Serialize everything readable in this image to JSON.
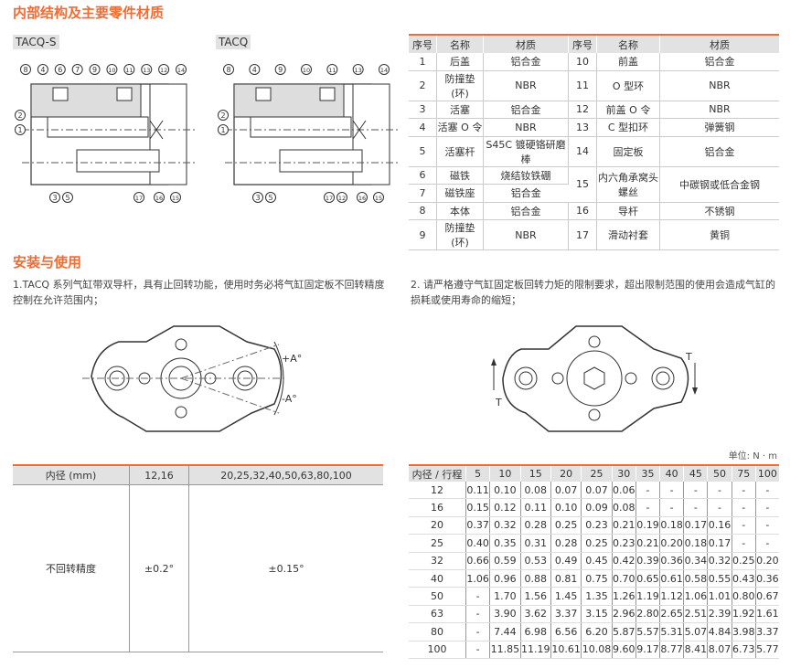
{
  "section1_title": "内部结构及主要零件材质",
  "section2_title": "安装与使用",
  "models": [
    "TACQ-S",
    "TACQ"
  ],
  "diagram_s_callouts": {
    "top": [
      "8",
      "4",
      "6",
      "7",
      "9",
      "10",
      "11",
      "13",
      "12",
      "14"
    ],
    "left": [
      "2",
      "1"
    ],
    "bottom": [
      "3",
      "5",
      "17",
      "16",
      "15"
    ]
  },
  "diagram_callouts": {
    "top": [
      "8",
      "4",
      "9",
      "10",
      "11",
      "13",
      "14"
    ],
    "left": [
      "2",
      "1"
    ],
    "bottom": [
      "3",
      "5",
      "17",
      "12",
      "16",
      "15"
    ]
  },
  "parts_table": {
    "headers": [
      "序号",
      "名称",
      "材质",
      "序号",
      "名称",
      "材质"
    ],
    "left": [
      [
        "1",
        "后盖",
        "铝合金"
      ],
      [
        "2",
        "防撞垫(环)",
        "NBR"
      ],
      [
        "3",
        "活塞",
        "铝合金"
      ],
      [
        "4",
        "活塞 O 令",
        "NBR"
      ],
      [
        "5",
        "活塞杆",
        "S45C 镀硬铬研磨棒"
      ],
      [
        "6",
        "磁铁",
        "烧结钕铁硼"
      ],
      [
        "7",
        "磁铁座",
        "铝合金"
      ],
      [
        "8",
        "本体",
        "铝合金"
      ],
      [
        "9",
        "防撞垫(环)",
        "NBR"
      ]
    ],
    "right": [
      [
        "10",
        "前盖",
        "铝合金"
      ],
      [
        "11",
        "O 型环",
        "NBR"
      ],
      [
        "12",
        "前盖 O 令",
        "NBR"
      ],
      [
        "13",
        "C 型扣环",
        "弹簧钢"
      ],
      [
        "14",
        "固定板",
        "铝合金"
      ],
      [
        "15",
        "内六角承窝头螺丝",
        "中碳钢或低合金钢"
      ],
      [
        "16",
        "导杆",
        "不锈钢"
      ],
      [
        "17",
        "滑动衬套",
        "黄铜"
      ]
    ]
  },
  "usage": {
    "note1": "1.TACQ 系列气缸带双导杆，具有止回转功能，使用时务必将气缸固定板不回转精度控制在允许范围内；",
    "note2": "2. 请严格遵守气缸固定板回转力矩的限制要求，超出限制范围的使用会造成气缸的损耗或使用寿命的缩短；",
    "angle_plus": "+A°",
    "angle_minus": "-A°",
    "torque_label": "T"
  },
  "accuracy_table": {
    "headers": [
      "内径 (mm)",
      "12,16",
      "20,25,32,40,50,63,80,100"
    ],
    "row": [
      "不回转精度",
      "±0.2°",
      "±0.15°"
    ]
  },
  "torque_table": {
    "unit": "单位: N · m",
    "headers": [
      "内径 / 行程",
      "5",
      "10",
      "15",
      "20",
      "25",
      "30",
      "35",
      "40",
      "45",
      "50",
      "75",
      "100"
    ],
    "rows": [
      [
        "12",
        "0.11",
        "0.10",
        "0.08",
        "0.07",
        "0.07",
        "0.06",
        "-",
        "-",
        "-",
        "-",
        "-",
        "-"
      ],
      [
        "16",
        "0.15",
        "0.12",
        "0.11",
        "0.10",
        "0.09",
        "0.08",
        "-",
        "-",
        "-",
        "-",
        "-",
        "-"
      ],
      [
        "20",
        "0.37",
        "0.32",
        "0.28",
        "0.25",
        "0.23",
        "0.21",
        "0.19",
        "0.18",
        "0.17",
        "0.16",
        "-",
        "-"
      ],
      [
        "25",
        "0.40",
        "0.35",
        "0.31",
        "0.28",
        "0.25",
        "0.23",
        "0.21",
        "0.20",
        "0.18",
        "0.17",
        "-",
        "-"
      ],
      [
        "32",
        "0.66",
        "0.59",
        "0.53",
        "0.49",
        "0.45",
        "0.42",
        "0.39",
        "0.36",
        "0.34",
        "0.32",
        "0.25",
        "0.20"
      ],
      [
        "40",
        "1.06",
        "0.96",
        "0.88",
        "0.81",
        "0.75",
        "0.70",
        "0.65",
        "0.61",
        "0.58",
        "0.55",
        "0.43",
        "0.36"
      ],
      [
        "50",
        "-",
        "1.70",
        "1.56",
        "1.45",
        "1.35",
        "1.26",
        "1.19",
        "1.12",
        "1.06",
        "1.01",
        "0.80",
        "0.67"
      ],
      [
        "63",
        "-",
        "3.90",
        "3.62",
        "3.37",
        "3.15",
        "2.96",
        "2.80",
        "2.65",
        "2.51",
        "2.39",
        "1.92",
        "1.61"
      ],
      [
        "80",
        "-",
        "7.44",
        "6.98",
        "6.56",
        "6.20",
        "5.87",
        "5.57",
        "5.31",
        "5.07",
        "4.84",
        "3.98",
        "3.37"
      ],
      [
        "100",
        "-",
        "11.85",
        "11.19",
        "10.61",
        "10.08",
        "9.60",
        "9.17",
        "8.77",
        "8.41",
        "8.07",
        "6.73",
        "5.77"
      ]
    ]
  }
}
